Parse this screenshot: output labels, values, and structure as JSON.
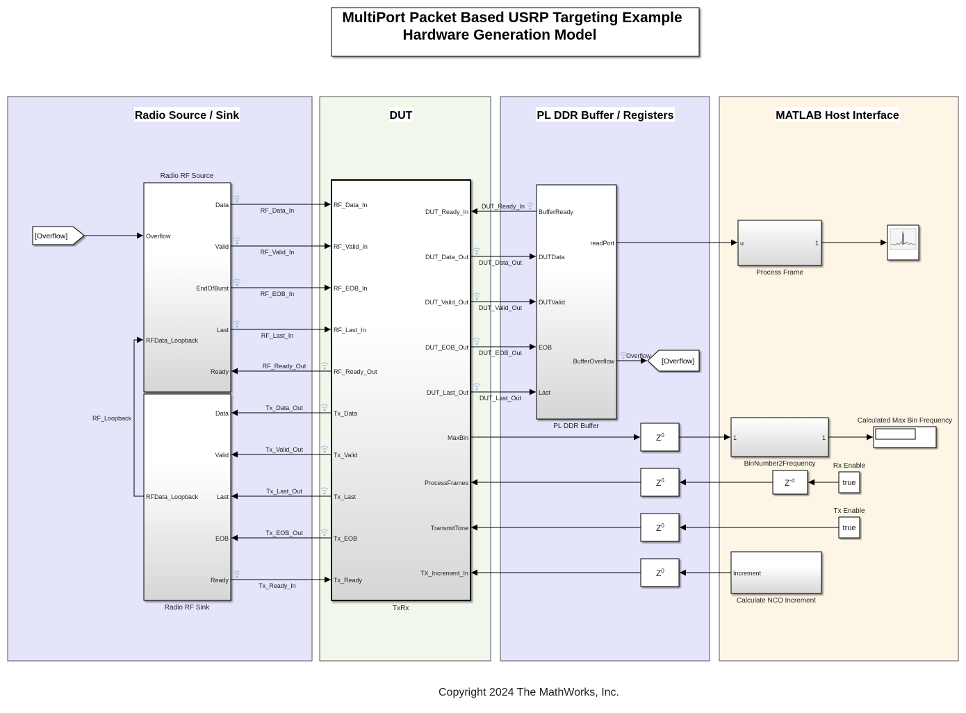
{
  "title": {
    "line1": "MultiPort Packet Based USRP Targeting Example",
    "line2": "Hardware Generation Model"
  },
  "areas": [
    {
      "id": "radio",
      "label": "Radio Source / Sink",
      "color": "#e4e4fb"
    },
    {
      "id": "dut",
      "label": "DUT",
      "color": "#f1f7ea"
    },
    {
      "id": "pl",
      "label": "PL DDR Buffer / Registers",
      "color": "#e4e4fb"
    },
    {
      "id": "matlab",
      "label": "MATLAB Host Interface",
      "color": "#fdf5e5"
    }
  ],
  "blocks": {
    "rf_source": {
      "name": "Radio RF Source",
      "inputs": [
        "Overflow",
        "RFData_Loopback"
      ],
      "outputs": [
        "Data",
        "Valid",
        "EndOfBurst",
        "Last",
        "Ready"
      ]
    },
    "rf_sink": {
      "name": "Radio RF Sink",
      "inputs": [
        "RFData_Loopback"
      ],
      "outputs": [
        "Data",
        "Valid",
        "Last",
        "EOB",
        "Ready"
      ]
    },
    "txrx": {
      "name": "TxRx",
      "left_ports": [
        "RF_Data_In",
        "RF_Valid_In",
        "RF_EOB_In",
        "RF_Last_In",
        "RF_Ready_Out",
        "Tx_Data",
        "Tx_Valid",
        "Tx_Last",
        "Tx_EOB",
        "Tx_Ready"
      ],
      "right_ports": [
        "DUT_Ready_In",
        "DUT_Data_Out",
        "DUT_Valid_Out",
        "DUT_EOB_Out",
        "DUT_Last_Out",
        "MaxBin",
        "ProcessFrames",
        "TransmitTone",
        "TX_Increment_In"
      ]
    },
    "pl_ddr": {
      "name": "PL DDR Buffer",
      "left_ports": [
        "BufferReady",
        "DUTData",
        "DUTValid",
        "EOB",
        "Last"
      ],
      "right_ports": [
        "readPort",
        "BufferOverflow"
      ]
    },
    "process_frame": {
      "name": "Process Frame",
      "in": "u",
      "out": "1"
    },
    "bin2freq": {
      "name": "BinNumber2Frequency",
      "in": "1",
      "out": "1"
    },
    "display": {
      "name": "Calculated Max Bin Frequency",
      "value": ""
    },
    "nco": {
      "name": "Calculate NCO Increment",
      "out": "Increment"
    },
    "rx_enable": {
      "name": "Rx Enable",
      "value": "true"
    },
    "tx_enable": {
      "name": "Tx Enable",
      "value": "true"
    },
    "delays": [
      {
        "label": "Z",
        "exp": "0"
      },
      {
        "label": "Z",
        "exp": "0"
      },
      {
        "label": "Z",
        "exp": "0"
      },
      {
        "label": "Z",
        "exp": "0"
      }
    ],
    "var_delay": {
      "label": "Z",
      "exp": "-d"
    },
    "from_overflow": {
      "tag": "[Overflow]"
    },
    "goto_overflow": {
      "tag": "[Overflow]"
    }
  },
  "signals": {
    "rf_data_in": "RF_Data_In",
    "rf_valid_in": "RF_Valid_In",
    "rf_eob_in": "RF_EOB_In",
    "rf_last_in": "RF_Last_In",
    "rf_ready_out": "RF_Ready_Out",
    "tx_data_out": "Tx_Data_Out",
    "tx_valid_out": "Tx_Valid_Out",
    "tx_last_out": "Tx_Last_Out",
    "tx_eob_out": "Tx_EOB_Out",
    "tx_ready_in": "Tx_Ready_In",
    "rf_loopback": "RF_Loopback",
    "dut_ready_in": "DUT_Ready_In",
    "dut_data_out": "DUT_Data_Out",
    "dut_valid_out": "DUT_Valid_Out",
    "dut_eob_out": "DUT_EOB_Out",
    "dut_last_out": "DUT_Last_Out",
    "overflow": "Overflow"
  },
  "footer": {
    "copyright": "Copyright 2024 The MathWorks, Inc."
  }
}
